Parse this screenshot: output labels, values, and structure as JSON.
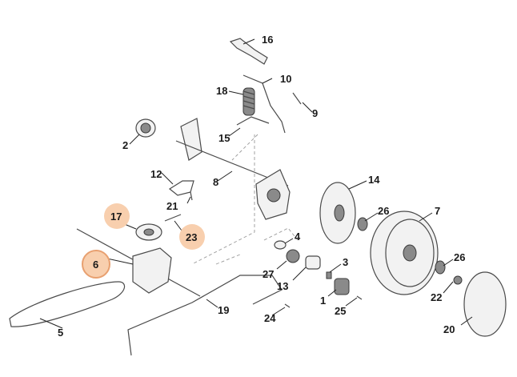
{
  "callouts": [
    {
      "id": "l1",
      "text": "1"
    },
    {
      "id": "l2",
      "text": "2"
    },
    {
      "id": "l3",
      "text": "3"
    },
    {
      "id": "l4",
      "text": "4"
    },
    {
      "id": "l5",
      "text": "5"
    },
    {
      "id": "l6",
      "text": "6",
      "highlight": true
    },
    {
      "id": "l7",
      "text": "7"
    },
    {
      "id": "l8",
      "text": "8"
    },
    {
      "id": "l9",
      "text": "9"
    },
    {
      "id": "l10",
      "text": "10"
    },
    {
      "id": "l12",
      "text": "12"
    },
    {
      "id": "l13",
      "text": "13"
    },
    {
      "id": "l14",
      "text": "14"
    },
    {
      "id": "l15",
      "text": "15"
    },
    {
      "id": "l16",
      "text": "16"
    },
    {
      "id": "l17",
      "text": "17",
      "highlight": true
    },
    {
      "id": "l18",
      "text": "18"
    },
    {
      "id": "l19",
      "text": "19"
    },
    {
      "id": "l20",
      "text": "20"
    },
    {
      "id": "l21",
      "text": "21"
    },
    {
      "id": "l22",
      "text": "22"
    },
    {
      "id": "l23",
      "text": "23",
      "highlight": true
    },
    {
      "id": "l24",
      "text": "24"
    },
    {
      "id": "l25",
      "text": "25"
    },
    {
      "id": "l26a",
      "text": "26"
    },
    {
      "id": "l26b",
      "text": "26"
    },
    {
      "id": "l27",
      "text": "27"
    }
  ],
  "colors": {
    "highlight_fill": "#f8cfae",
    "highlight_ring": "#e8a070",
    "line": "#4a4a4a"
  }
}
